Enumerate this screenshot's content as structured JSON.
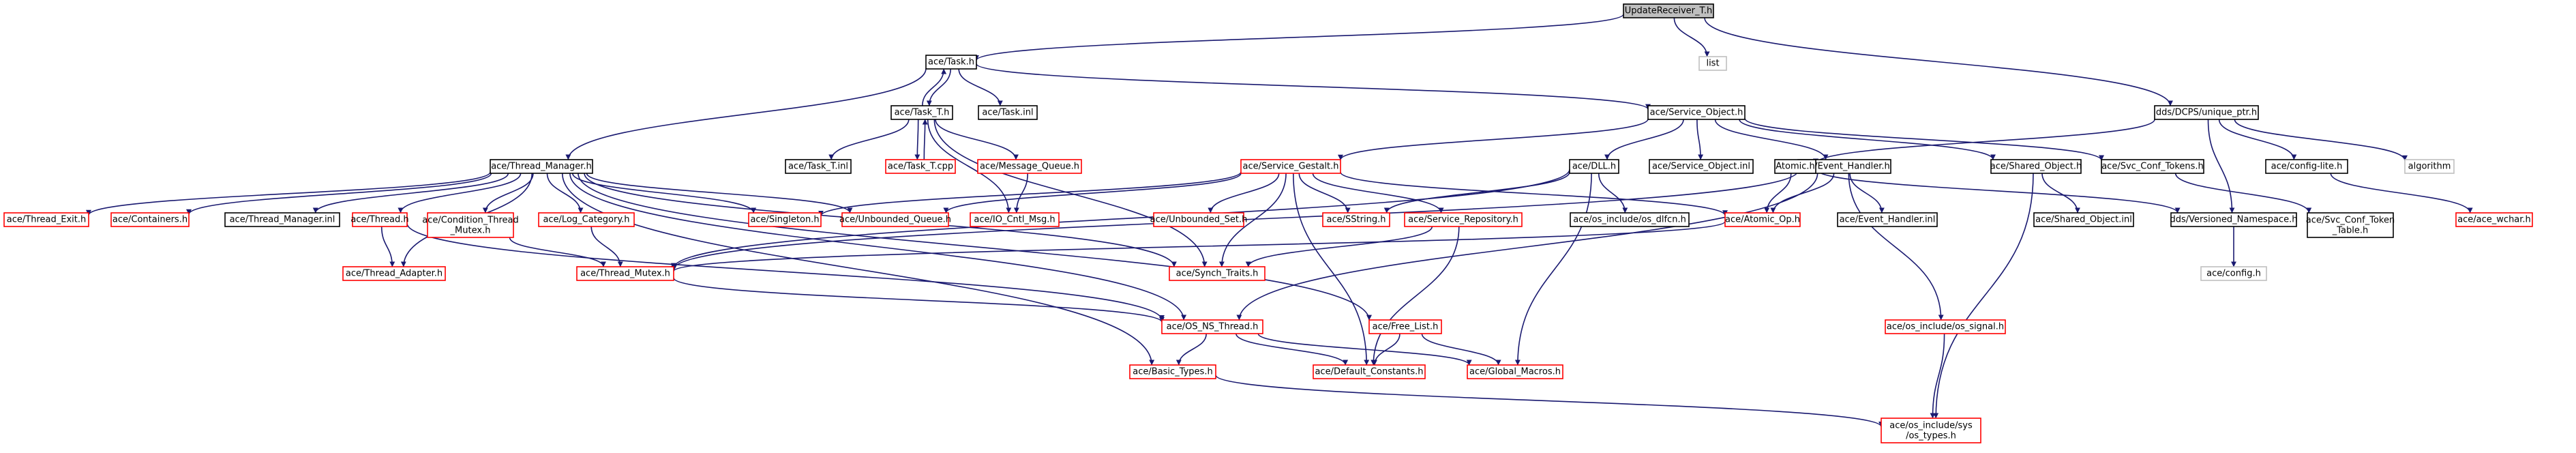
{
  "title": "UpdateReceiver_T.h",
  "colors": {
    "edge": "#191970",
    "root_fill": "#bfbfbf",
    "root_border": "#000000",
    "documented_border": "#000000",
    "undocumented_border": "#ff0000",
    "external_border": "#bfbfbf",
    "node_fill": "#ffffff",
    "text": "#000000"
  },
  "nodes": [
    {
      "id": "root",
      "label": "UpdateReceiver_T.h",
      "kind": "root"
    },
    {
      "id": "task_h",
      "label": "ace/Task.h",
      "kind": "documented"
    },
    {
      "id": "list",
      "label": "list",
      "kind": "external"
    },
    {
      "id": "unique_ptr",
      "label": "dds/DCPS/unique_ptr.h",
      "kind": "documented"
    },
    {
      "id": "task_t_h",
      "label": "ace/Task_T.h",
      "kind": "documented"
    },
    {
      "id": "task_inl",
      "label": "ace/Task.inl",
      "kind": "documented"
    },
    {
      "id": "service_object_h",
      "label": "ace/Service_Object.h",
      "kind": "documented"
    },
    {
      "id": "thread_manager_h",
      "label": "ace/Thread_Manager.h",
      "kind": "documented"
    },
    {
      "id": "task_t_inl",
      "label": "ace/Task_T.inl",
      "kind": "documented"
    },
    {
      "id": "task_t_cpp",
      "label": "ace/Task_T.cpp",
      "kind": "undocumented"
    },
    {
      "id": "message_queue_h",
      "label": "ace/Message_Queue.h",
      "kind": "undocumented"
    },
    {
      "id": "service_gestalt_h",
      "label": "ace/Service_Gestalt.h",
      "kind": "undocumented"
    },
    {
      "id": "dll_h",
      "label": "ace/DLL.h",
      "kind": "documented"
    },
    {
      "id": "service_object_inl",
      "label": "ace/Service_Object.inl",
      "kind": "documented"
    },
    {
      "id": "event_handler_h",
      "label": "ace/Event_Handler.h",
      "kind": "documented"
    },
    {
      "id": "shared_object_h",
      "label": "ace/Shared_Object.h",
      "kind": "documented"
    },
    {
      "id": "svc_conf_tokens_h",
      "label": "ace/Svc_Conf_Tokens.h",
      "kind": "documented"
    },
    {
      "id": "atomic_h",
      "label": "Atomic.h",
      "kind": "documented"
    },
    {
      "id": "config_lite_h",
      "label": "ace/config-lite.h",
      "kind": "documented"
    },
    {
      "id": "algorithm",
      "label": "algorithm",
      "kind": "external"
    },
    {
      "id": "thread_exit_h",
      "label": "ace/Thread_Exit.h",
      "kind": "undocumented"
    },
    {
      "id": "containers_h",
      "label": "ace/Containers.h",
      "kind": "undocumented"
    },
    {
      "id": "thread_manager_inl",
      "label": "ace/Thread_Manager.inl",
      "kind": "documented"
    },
    {
      "id": "thread_h",
      "label": "ace/Thread.h",
      "kind": "undocumented"
    },
    {
      "id": "condition_thread_mutex_h",
      "label": "ace/Condition_Thread\n_Mutex.h",
      "kind": "undocumented"
    },
    {
      "id": "log_category_h",
      "label": "ace/Log_Category.h",
      "kind": "undocumented"
    },
    {
      "id": "singleton_h",
      "label": "ace/Singleton.h",
      "kind": "undocumented"
    },
    {
      "id": "unbounded_queue_h",
      "label": "ace/Unbounded_Queue.h",
      "kind": "undocumented"
    },
    {
      "id": "io_cntl_msg_h",
      "label": "ace/IO_Cntl_Msg.h",
      "kind": "undocumented"
    },
    {
      "id": "unbounded_set_h",
      "label": "ace/Unbounded_Set.h",
      "kind": "undocumented"
    },
    {
      "id": "sstring_h",
      "label": "ace/SString.h",
      "kind": "undocumented"
    },
    {
      "id": "service_repository_h",
      "label": "ace/Service_Repository.h",
      "kind": "undocumented"
    },
    {
      "id": "os_dlfcn_h",
      "label": "ace/os_include/os_dlfcn.h",
      "kind": "documented"
    },
    {
      "id": "atomic_op_h",
      "label": "ace/Atomic_Op.h",
      "kind": "undocumented"
    },
    {
      "id": "event_handler_inl",
      "label": "ace/Event_Handler.inl",
      "kind": "documented"
    },
    {
      "id": "versioned_namespace_h",
      "label": "dds/Versioned_Namespace.h",
      "kind": "documented"
    },
    {
      "id": "shared_object_inl",
      "label": "ace/Shared_Object.inl",
      "kind": "documented"
    },
    {
      "id": "svc_conf_token_table_h",
      "label": "ace/Svc_Conf_Token\n_Table.h",
      "kind": "documented"
    },
    {
      "id": "ace_wchar_h",
      "label": "ace/ace_wchar.h",
      "kind": "undocumented"
    },
    {
      "id": "thread_adapter_h",
      "label": "ace/Thread_Adapter.h",
      "kind": "undocumented"
    },
    {
      "id": "thread_mutex_h",
      "label": "ace/Thread_Mutex.h",
      "kind": "undocumented"
    },
    {
      "id": "synch_traits_h",
      "label": "ace/Synch_Traits.h",
      "kind": "undocumented"
    },
    {
      "id": "config_h",
      "label": "ace/config.h",
      "kind": "external"
    },
    {
      "id": "os_ns_thread_h",
      "label": "ace/OS_NS_Thread.h",
      "kind": "undocumented"
    },
    {
      "id": "free_list_h",
      "label": "ace/Free_List.h",
      "kind": "undocumented"
    },
    {
      "id": "os_signal_h",
      "label": "ace/os_include/os_signal.h",
      "kind": "undocumented"
    },
    {
      "id": "basic_types_h",
      "label": "ace/Basic_Types.h",
      "kind": "undocumented"
    },
    {
      "id": "default_constants_h",
      "label": "ace/Default_Constants.h",
      "kind": "undocumented"
    },
    {
      "id": "global_macros_h",
      "label": "ace/Global_Macros.h",
      "kind": "undocumented"
    },
    {
      "id": "os_types_h",
      "label": "ace/os_include/sys\n/os_types.h",
      "kind": "undocumented"
    }
  ],
  "edges": [
    [
      "root",
      "task_h"
    ],
    [
      "root",
      "list"
    ],
    [
      "root",
      "unique_ptr"
    ],
    [
      "task_h",
      "task_t_h"
    ],
    [
      "task_h",
      "task_inl"
    ],
    [
      "task_h",
      "service_object_h"
    ],
    [
      "task_h",
      "thread_manager_h"
    ],
    [
      "task_t_h",
      "task_h"
    ],
    [
      "task_t_h",
      "task_t_inl"
    ],
    [
      "task_t_h",
      "task_t_cpp"
    ],
    [
      "task_t_h",
      "message_queue_h"
    ],
    [
      "task_t_h",
      "synch_traits_h"
    ],
    [
      "task_t_h",
      "io_cntl_msg_h"
    ],
    [
      "task_t_cpp",
      "task_t_h"
    ],
    [
      "message_queue_h",
      "io_cntl_msg_h"
    ],
    [
      "service_object_h",
      "service_gestalt_h"
    ],
    [
      "service_object_h",
      "dll_h"
    ],
    [
      "service_object_h",
      "service_object_inl"
    ],
    [
      "service_object_h",
      "event_handler_h"
    ],
    [
      "service_object_h",
      "shared_object_h"
    ],
    [
      "service_object_h",
      "svc_conf_tokens_h"
    ],
    [
      "unique_ptr",
      "atomic_h"
    ],
    [
      "unique_ptr",
      "config_lite_h"
    ],
    [
      "unique_ptr",
      "algorithm"
    ],
    [
      "unique_ptr",
      "versioned_namespace_h"
    ],
    [
      "thread_manager_h",
      "thread_exit_h"
    ],
    [
      "thread_manager_h",
      "containers_h"
    ],
    [
      "thread_manager_h",
      "thread_manager_inl"
    ],
    [
      "thread_manager_h",
      "thread_h"
    ],
    [
      "thread_manager_h",
      "condition_thread_mutex_h"
    ],
    [
      "thread_manager_h",
      "log_category_h"
    ],
    [
      "thread_manager_h",
      "singleton_h"
    ],
    [
      "thread_manager_h",
      "unbounded_queue_h"
    ],
    [
      "thread_manager_h",
      "thread_adapter_h"
    ],
    [
      "thread_manager_h",
      "synch_traits_h"
    ],
    [
      "thread_manager_h",
      "basic_types_h"
    ],
    [
      "thread_manager_h",
      "os_ns_thread_h"
    ],
    [
      "thread_manager_h",
      "free_list_h"
    ],
    [
      "service_gestalt_h",
      "singleton_h"
    ],
    [
      "service_gestalt_h",
      "unbounded_queue_h"
    ],
    [
      "service_gestalt_h",
      "unbounded_set_h"
    ],
    [
      "service_gestalt_h",
      "sstring_h"
    ],
    [
      "service_gestalt_h",
      "service_repository_h"
    ],
    [
      "service_gestalt_h",
      "atomic_op_h"
    ],
    [
      "service_gestalt_h",
      "synch_traits_h"
    ],
    [
      "service_gestalt_h",
      "default_constants_h"
    ],
    [
      "dll_h",
      "sstring_h"
    ],
    [
      "dll_h",
      "os_dlfcn_h"
    ],
    [
      "dll_h",
      "global_macros_h"
    ],
    [
      "dll_h",
      "thread_mutex_h"
    ],
    [
      "event_handler_h",
      "atomic_op_h"
    ],
    [
      "event_handler_h",
      "event_handler_inl"
    ],
    [
      "event_handler_h",
      "os_signal_h"
    ],
    [
      "event_handler_h",
      "thread_mutex_h"
    ],
    [
      "event_handler_h",
      "os_ns_thread_h"
    ],
    [
      "shared_object_h",
      "shared_object_inl"
    ],
    [
      "shared_object_h",
      "os_types_h"
    ],
    [
      "svc_conf_tokens_h",
      "svc_conf_token_table_h"
    ],
    [
      "atomic_h",
      "versioned_namespace_h"
    ],
    [
      "atomic_h",
      "atomic_op_h"
    ],
    [
      "config_lite_h",
      "ace_wchar_h"
    ],
    [
      "versioned_namespace_h",
      "config_h"
    ],
    [
      "thread_h",
      "thread_adapter_h"
    ],
    [
      "thread_h",
      "os_ns_thread_h"
    ],
    [
      "condition_thread_mutex_h",
      "thread_mutex_h"
    ],
    [
      "log_category_h",
      "thread_mutex_h"
    ],
    [
      "service_repository_h",
      "synch_traits_h"
    ],
    [
      "service_repository_h",
      "default_constants_h"
    ],
    [
      "atomic_op_h",
      "thread_mutex_h"
    ],
    [
      "thread_mutex_h",
      "os_ns_thread_h"
    ],
    [
      "os_ns_thread_h",
      "basic_types_h"
    ],
    [
      "os_ns_thread_h",
      "default_constants_h"
    ],
    [
      "os_ns_thread_h",
      "global_macros_h"
    ],
    [
      "free_list_h",
      "default_constants_h"
    ],
    [
      "free_list_h",
      "global_macros_h"
    ],
    [
      "basic_types_h",
      "os_types_h"
    ],
    [
      "os_signal_h",
      "os_types_h"
    ]
  ]
}
